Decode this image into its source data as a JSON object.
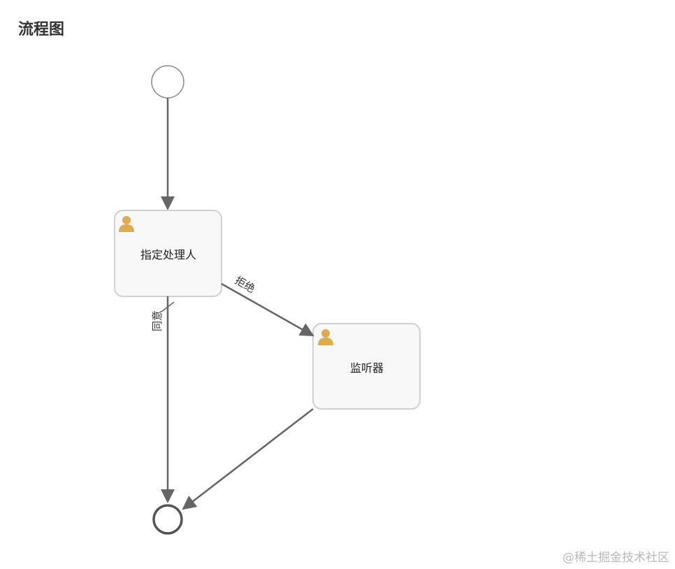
{
  "page": {
    "title": "流程图",
    "watermark": "@稀土掘金技术社区"
  },
  "diagram": {
    "nodes": [
      {
        "id": "start",
        "type": "start-event",
        "label": ""
      },
      {
        "id": "task1",
        "type": "user-task",
        "label": "指定处理人",
        "icon": "user-icon"
      },
      {
        "id": "task2",
        "type": "user-task",
        "label": "监听器",
        "icon": "user-icon"
      },
      {
        "id": "end",
        "type": "end-event",
        "label": ""
      }
    ],
    "flows": [
      {
        "from": "start",
        "to": "task1",
        "label": ""
      },
      {
        "from": "task1",
        "to": "task2",
        "label": "拒绝"
      },
      {
        "from": "task1",
        "to": "end",
        "label": "同意"
      },
      {
        "from": "task2",
        "to": "end",
        "label": ""
      }
    ]
  },
  "colors": {
    "line": "#666666",
    "task_fill": "#f8f8f8",
    "task_border": "#d0d0d0",
    "user_icon": "#e0ab4e"
  }
}
